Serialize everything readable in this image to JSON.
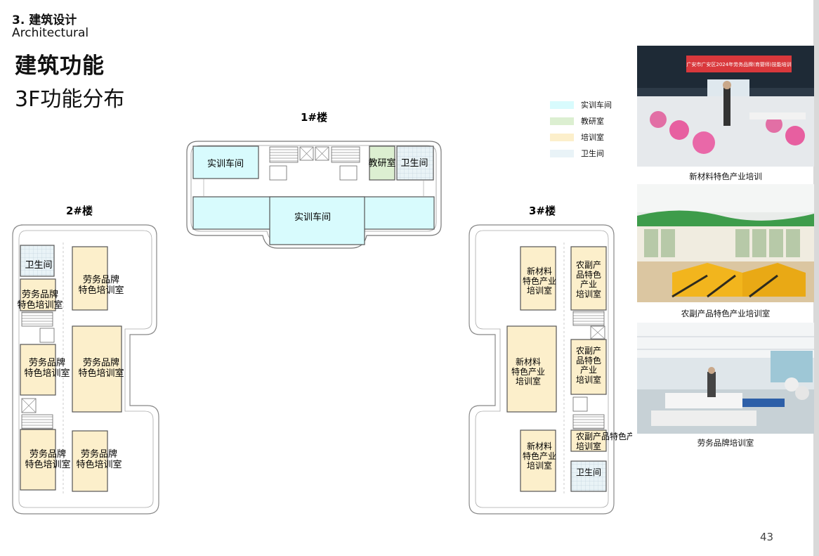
{
  "header": {
    "section_number": "3. 建筑设计",
    "section_en": "Architectural",
    "title": "建筑功能",
    "subtitle": "3F功能分布",
    "page_number": "43"
  },
  "legend": [
    {
      "label": "实训车间",
      "color": "#d8fbfd"
    },
    {
      "label": "教研室",
      "color": "#dcefd1"
    },
    {
      "label": "培训室",
      "color": "#fcefcb"
    },
    {
      "label": "卫生间",
      "color": "#e9f3f7"
    }
  ],
  "buildings": {
    "b1": {
      "label": "1#楼",
      "rooms": [
        "实训车间",
        "实训车间",
        "教研室",
        "卫生间"
      ]
    },
    "b2": {
      "label": "2#楼",
      "rooms": [
        "卫生间",
        "劳务品牌\n特色培训室",
        "劳务品牌\n特色培训室",
        "劳务品牌\n特色培训室",
        "劳务品牌\n特色培训室",
        "劳务品牌\n特色培训室",
        "劳务品牌\n特色培训室"
      ]
    },
    "b3": {
      "label": "3#楼",
      "rooms": [
        "新材料\n特色产业\n培训室",
        "农副产\n品特色\n产业\n培训室",
        "新材料\n特色产业\n培训室",
        "农副产\n品特色\n产业\n培训室",
        "新材料\n特色产业\n培训室",
        "农副产品特色产业\n培训室",
        "卫生间"
      ]
    }
  },
  "photos": [
    {
      "caption": "新材料特色产业培训",
      "banner": "广安市广安区2024年劳务品牌(育婴师)技能培训"
    },
    {
      "caption": "农副产品特色产业培训室"
    },
    {
      "caption": "劳务品牌培训室"
    }
  ],
  "colors": {
    "training_workshop": "#d8fbfd",
    "research": "#dcefd1",
    "training_room": "#fcefcb",
    "restroom": "#e9f3f7",
    "wall": "#555555"
  }
}
